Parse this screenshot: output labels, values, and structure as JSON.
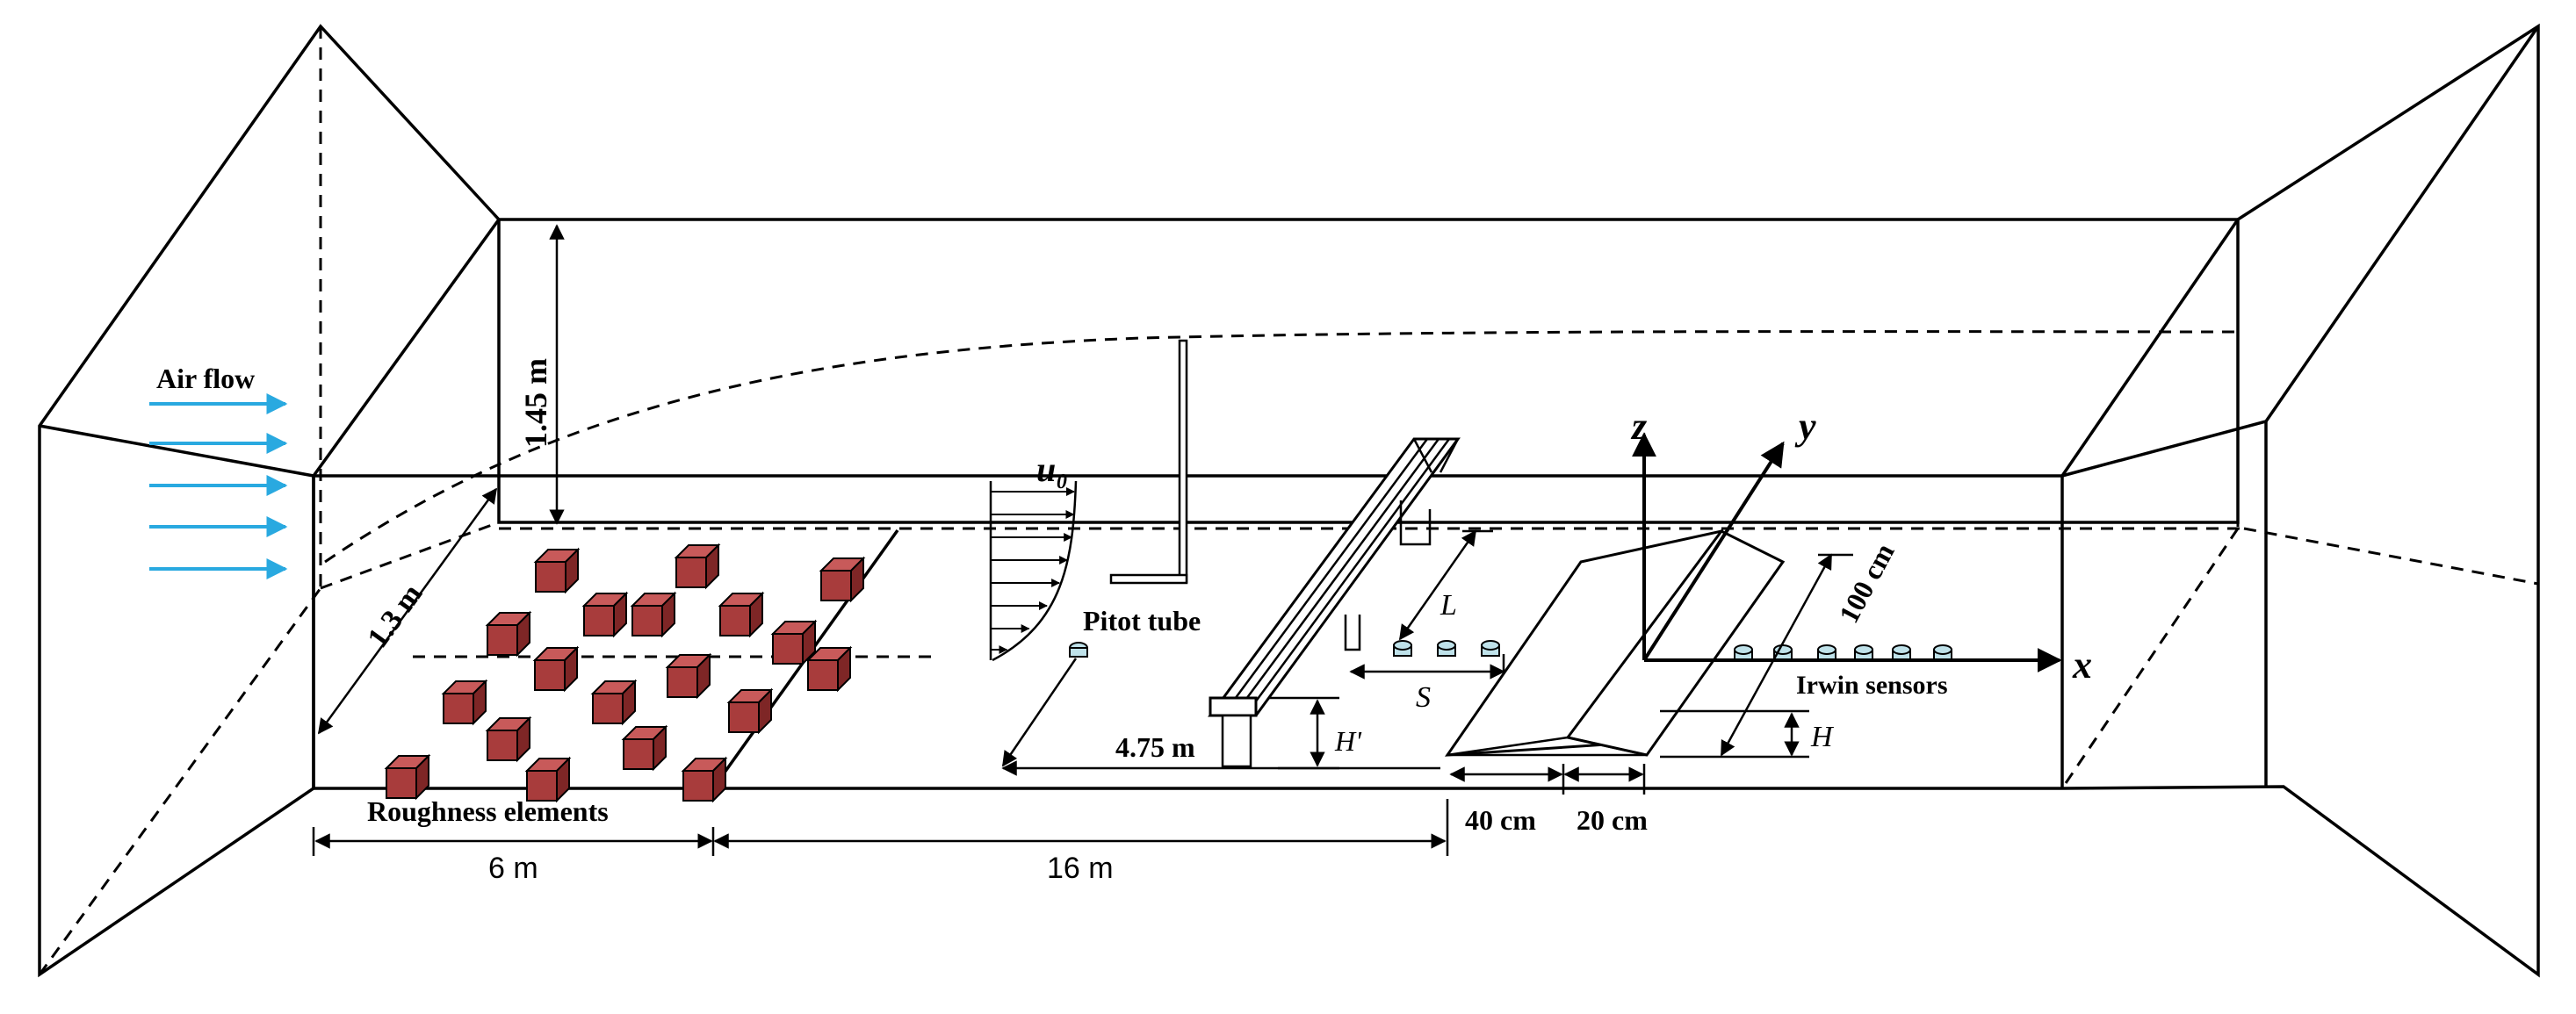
{
  "labels": {
    "air_flow": "Air flow",
    "height": "1.45 m",
    "width": "1.3 m",
    "u0": "u₀",
    "pitot_tube": "Pitot tube",
    "z_axis": "z",
    "y_axis": "y",
    "x_axis": "x",
    "L": "L",
    "S": "S",
    "H_prime": "H'",
    "H": "H",
    "dist_pitot": "4.75 m",
    "len_100": "100 cm",
    "irwin": "Irwin sensors",
    "roughness": "Roughness elements",
    "len_6": "6 m",
    "len_16": "16 m",
    "len_40": "40 cm",
    "len_20": "20 cm"
  },
  "colors": {
    "roughness_front": "#a83c3c",
    "roughness_top": "#c85a5a",
    "roughness_side": "#7e2626",
    "air_arrow": "#29a9e0",
    "sensor": "#bfe2ea"
  }
}
